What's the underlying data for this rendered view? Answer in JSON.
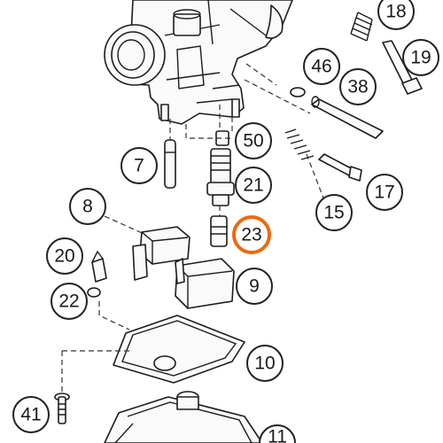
{
  "diagram": {
    "highlight_color": "#ea6a12",
    "line_color": "#222222",
    "callouts": [
      {
        "label": "18",
        "highlighted": false
      },
      {
        "label": "19",
        "highlighted": false
      },
      {
        "label": "46",
        "highlighted": false
      },
      {
        "label": "38",
        "highlighted": false
      },
      {
        "label": "50",
        "highlighted": false
      },
      {
        "label": "7",
        "highlighted": false
      },
      {
        "label": "21",
        "highlighted": false
      },
      {
        "label": "17",
        "highlighted": false
      },
      {
        "label": "15",
        "highlighted": false
      },
      {
        "label": "8",
        "highlighted": false
      },
      {
        "label": "23",
        "highlighted": true
      },
      {
        "label": "20",
        "highlighted": false
      },
      {
        "label": "9",
        "highlighted": false
      },
      {
        "label": "22",
        "highlighted": false
      },
      {
        "label": "10",
        "highlighted": false
      },
      {
        "label": "41",
        "highlighted": false
      },
      {
        "label": "11",
        "highlighted": false
      }
    ]
  }
}
